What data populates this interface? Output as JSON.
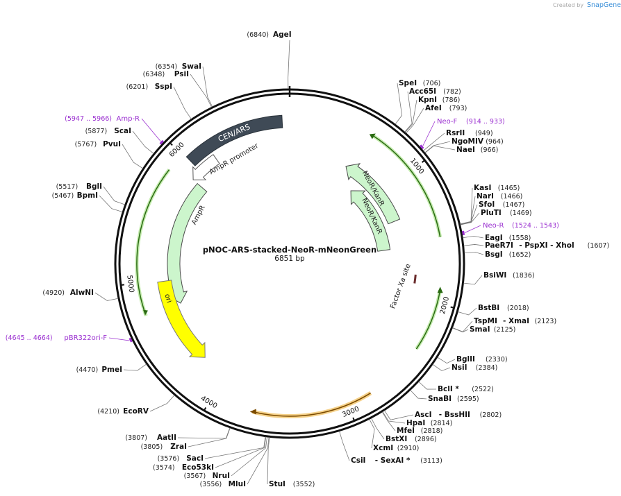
{
  "credit": {
    "created_by": "Created by",
    "brand": "SnapGene"
  },
  "plasmid": {
    "name": "pNOC-ARS-stacked-NeoR-mNeonGreen",
    "length_label": "6851 bp",
    "length": 6851
  },
  "ticks": [
    "1000",
    "2000",
    "3000",
    "4000",
    "5000",
    "6000"
  ],
  "features": [
    {
      "name": "CEN/ARS",
      "color": "#3f4a56"
    },
    {
      "name": "AmpR promoter",
      "color": "#ffffff"
    },
    {
      "name": "AmpR",
      "color": "#ccf5cc"
    },
    {
      "name": "ori",
      "color": "#ffff00"
    },
    {
      "name": "NeoR/KanR",
      "color": "#ccf5cc"
    },
    {
      "name": "NeoR/KanR",
      "color": "#ccf5cc"
    },
    {
      "name": "Factor Xa site",
      "color": "#111111"
    }
  ],
  "sites": [
    {
      "name": "AgeI",
      "pos": "(6840)"
    },
    {
      "name": "SwaI",
      "pos": "(6354)"
    },
    {
      "name": "PsiI",
      "pos": "(6348)"
    },
    {
      "name": "SspI",
      "pos": "(6201)"
    },
    {
      "name": "ScaI",
      "pos": "(5877)"
    },
    {
      "name": "PvuI",
      "pos": "(5767)"
    },
    {
      "name": "BglI",
      "pos": "(5517)"
    },
    {
      "name": "BpmI",
      "pos": "(5467)"
    },
    {
      "name": "AlwNI",
      "pos": "(4920)"
    },
    {
      "name": "PmeI",
      "pos": "(4470)"
    },
    {
      "name": "EcoRV",
      "pos": "(4210)"
    },
    {
      "name": "AatII",
      "pos": "(3807)"
    },
    {
      "name": "ZraI",
      "pos": "(3805)"
    },
    {
      "name": "SacI",
      "pos": "(3576)"
    },
    {
      "name": "Eco53kI",
      "pos": "(3574)"
    },
    {
      "name": "NruI",
      "pos": "(3567)"
    },
    {
      "name": "MluI",
      "pos": "(3556)"
    },
    {
      "name": "StuI",
      "pos": "(3552)"
    },
    {
      "name": "CsiI",
      "extra": "- SexAI *",
      "pos": "(3113)"
    },
    {
      "name": "XcmI",
      "pos": "(2910)"
    },
    {
      "name": "BstXI",
      "pos": "(2896)"
    },
    {
      "name": "MfeI",
      "pos": "(2818)"
    },
    {
      "name": "HpaI",
      "pos": "(2814)"
    },
    {
      "name": "AscI",
      "extra": "- BssHII",
      "pos": "(2802)"
    },
    {
      "name": "SnaBI",
      "pos": "(2595)"
    },
    {
      "name": "BclI *",
      "pos": "(2522)"
    },
    {
      "name": "NsiI",
      "pos": "(2384)"
    },
    {
      "name": "BglII",
      "pos": "(2330)"
    },
    {
      "name": "SmaI",
      "pos": "(2125)"
    },
    {
      "name": "TspMI",
      "extra": "- XmaI",
      "pos": "(2123)"
    },
    {
      "name": "BstBI",
      "pos": "(2018)"
    },
    {
      "name": "BsiWI",
      "pos": "(1836)"
    },
    {
      "name": "BsgI",
      "pos": "(1652)"
    },
    {
      "name": "PaeR7I",
      "extra": "- PspXI - XhoI",
      "pos": "(1607)"
    },
    {
      "name": "EagI",
      "pos": "(1558)"
    },
    {
      "name": "PluTI",
      "pos": "(1469)"
    },
    {
      "name": "SfoI",
      "pos": "(1467)"
    },
    {
      "name": "NarI",
      "pos": "(1466)"
    },
    {
      "name": "KasI",
      "pos": "(1465)"
    },
    {
      "name": "NaeI",
      "pos": "(966)"
    },
    {
      "name": "NgoMIV",
      "pos": "(964)"
    },
    {
      "name": "RsrII",
      "pos": "(949)"
    },
    {
      "name": "AfeI",
      "pos": "(793)"
    },
    {
      "name": "KpnI",
      "pos": "(786)"
    },
    {
      "name": "Acc65I",
      "pos": "(782)"
    },
    {
      "name": "SpeI",
      "pos": "(706)"
    }
  ],
  "primers": [
    {
      "name": "Amp-R",
      "range": "(5947 .. 5966)"
    },
    {
      "name": "Neo-F",
      "range": "(914 .. 933)"
    },
    {
      "name": "Neo-R",
      "range": "(1524 .. 1543)"
    },
    {
      "name": "pBR322ori-F",
      "range": "(4645 .. 4664)"
    }
  ]
}
